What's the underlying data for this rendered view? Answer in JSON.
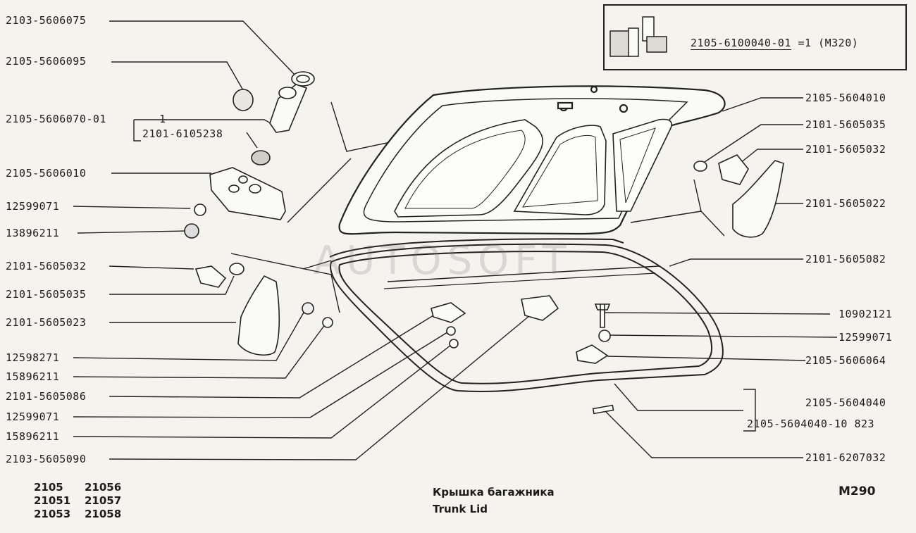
{
  "diagram": {
    "title_ru": "Крышка багажника",
    "title_en": "Trunk Lid",
    "code": "M290",
    "watermark": "AUTOSOFT",
    "models": [
      "2105",
      "21056",
      "21051",
      "21057",
      "21053",
      "21058"
    ],
    "inset": {
      "part": "2105-6100040-01",
      "qty": "=1",
      "ref": "(M320)"
    },
    "left_labels": [
      "2103-5606075",
      "2105-5606095",
      "2105-5606070-01",
      "1",
      "2101-6105238",
      "2105-5606010",
      "12599071",
      "13896211",
      "2101-5605032",
      "2101-5605035",
      "2101-5605023",
      "12598271",
      "15896211",
      "2101-5605086",
      "12599071",
      "15896211",
      "2103-5605090"
    ],
    "right_labels": [
      "2105-5604010",
      "2101-5605035",
      "2101-5605032",
      "2101-5605022",
      "2101-5605082",
      "10902121",
      "12599071",
      "2105-5606064",
      "2105-5604040",
      "2105-5604040-10 823",
      "2101-6207032"
    ]
  }
}
